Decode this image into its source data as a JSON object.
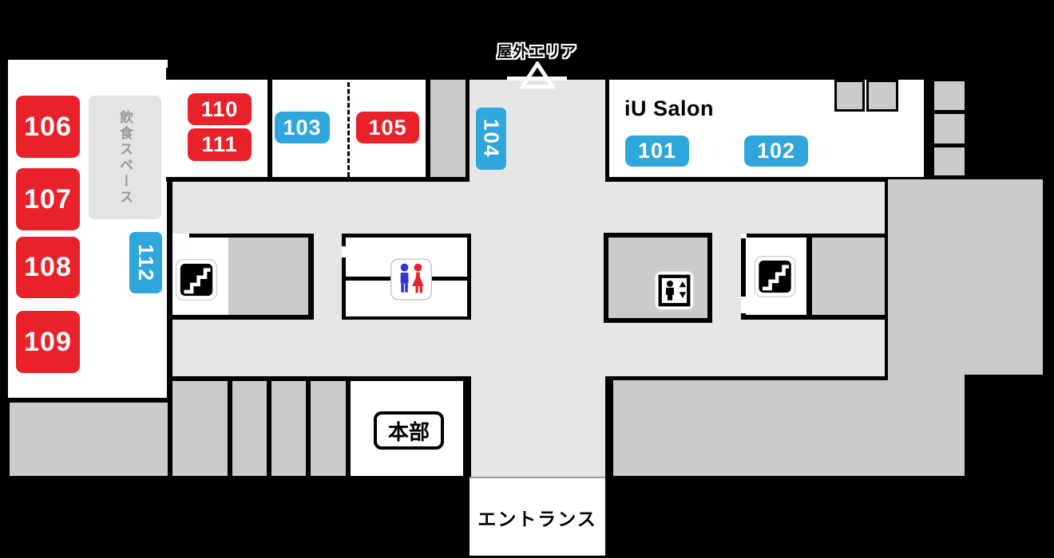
{
  "map_title": "floor-map",
  "labels": {
    "outdoor_area": "屋外エリア",
    "salon": "iU Salon",
    "dining_space": "飲食スペース",
    "headquarters": "本部",
    "entrance": "エントランス"
  },
  "rooms": {
    "r101": "101",
    "r102": "102",
    "r103": "103",
    "r104": "104",
    "r105": "105",
    "r106": "106",
    "r107": "107",
    "r108": "108",
    "r109": "109",
    "r110": "110",
    "r111": "111",
    "r112": "112"
  },
  "room_badge_colors": {
    "red_rooms": [
      "105",
      "106",
      "107",
      "108",
      "109",
      "110",
      "111"
    ],
    "blue_rooms": [
      "101",
      "102",
      "103",
      "104",
      "112"
    ]
  },
  "icons": {
    "stairs_left": "stairs",
    "stairs_right": "stairs",
    "toilet": "toilet-man-woman",
    "elevator": "elevator",
    "outdoor_arrow": "up-triangle-arrow"
  },
  "colors": {
    "badge_red": "#e8212a",
    "badge_blue": "#2fa7dc",
    "corridor_gray": "#e6e6e6",
    "block_gray": "#cbcbcb",
    "wall_black": "#000000",
    "floor_white": "#ffffff",
    "dining_text_gray": "#999999",
    "toilet_male_blue": "#3434cf",
    "toilet_female_red": "#e8212a"
  }
}
